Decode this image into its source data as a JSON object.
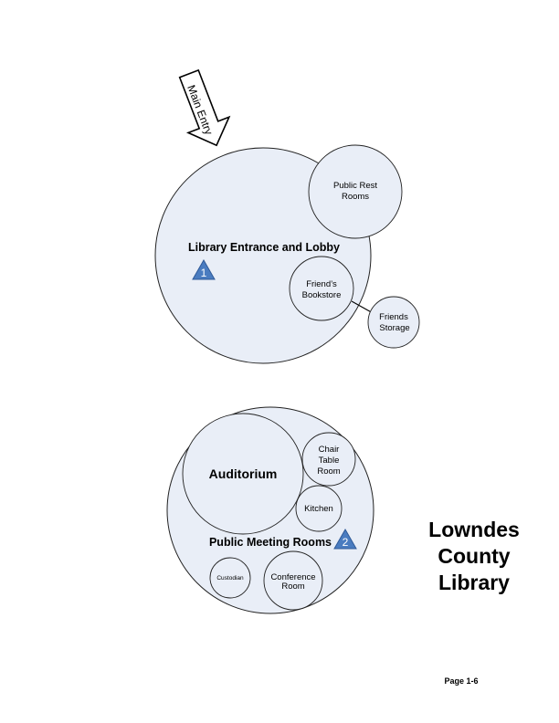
{
  "entry": {
    "label": "Main Entry"
  },
  "zone1": {
    "name": "Library Entrance and Lobby",
    "number": "1",
    "rooms": {
      "restrooms": [
        "Public Rest",
        "Rooms"
      ],
      "bookstore": [
        "Friend’s",
        "Bookstore"
      ],
      "storage": [
        "Friends",
        "Storage"
      ]
    }
  },
  "zone2": {
    "name": "Public Meeting Rooms",
    "number": "2",
    "rooms": {
      "auditorium": "Auditorium",
      "chair_table": [
        "Chair",
        "Table",
        "Room"
      ],
      "kitchen": "Kitchen",
      "custodian": "Custodian",
      "conference": [
        "Conference",
        "Room"
      ]
    }
  },
  "title": [
    "Lowndes",
    "County",
    "Library"
  ],
  "page_number": "Page 1-6",
  "colors": {
    "room_fill": "#e9eef7",
    "marker_fill": "#4a7cc0"
  }
}
